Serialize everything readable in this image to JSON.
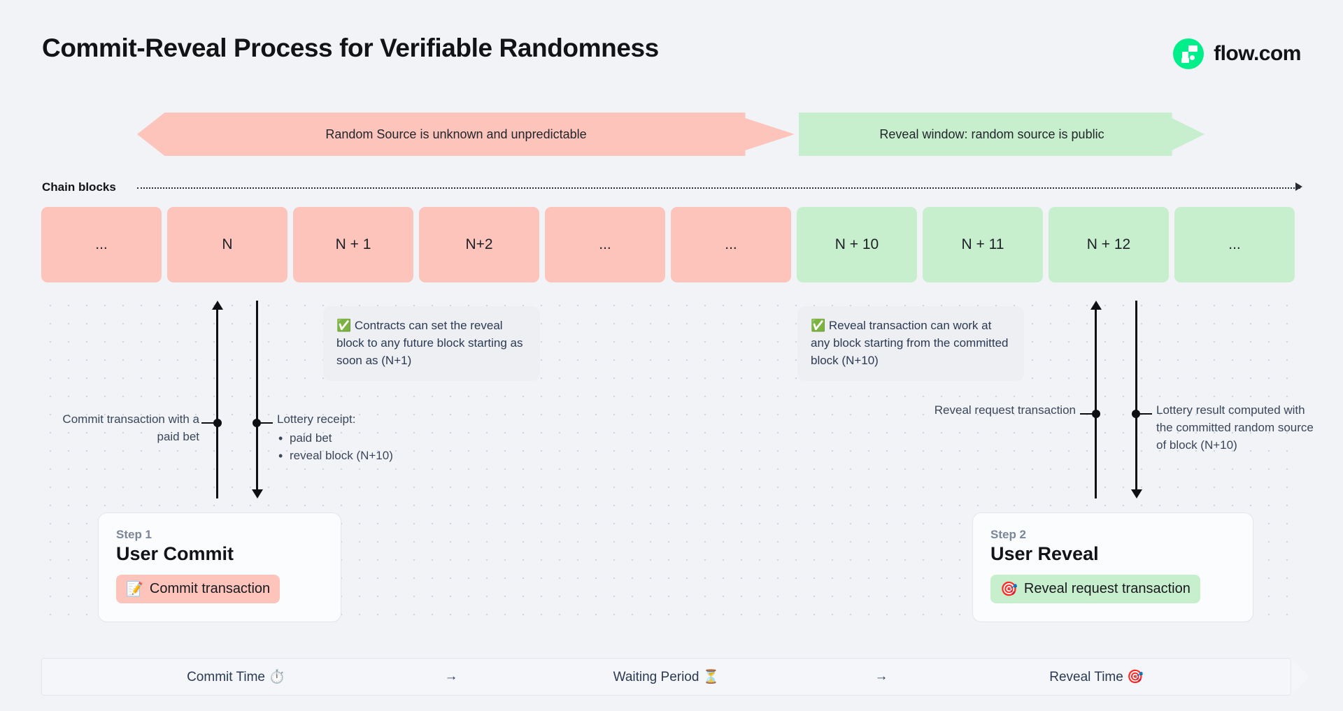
{
  "header": {
    "title": "Commit-Reveal Process for Verifiable Randomness",
    "brand_name": "flow.com",
    "brand_color": "#00ef8b"
  },
  "phases": [
    {
      "label": "Random Source is unknown and unpredictable",
      "color": "#fcc4bb"
    },
    {
      "label": "Reveal window: random source is public",
      "color": "#c8efcd"
    }
  ],
  "chain": {
    "axis_label": "Chain blocks",
    "blocks": [
      {
        "label": "...",
        "state": "pink"
      },
      {
        "label": "N",
        "state": "pink"
      },
      {
        "label": "N + 1",
        "state": "pink"
      },
      {
        "label": "N+2",
        "state": "pink"
      },
      {
        "label": "...",
        "state": "pink"
      },
      {
        "label": "...",
        "state": "pink"
      },
      {
        "label": "N + 10",
        "state": "green"
      },
      {
        "label": "N + 11",
        "state": "green"
      },
      {
        "label": "N + 12",
        "state": "green"
      },
      {
        "label": "...",
        "state": "green"
      }
    ]
  },
  "callouts": {
    "commit_note": "✅ Contracts can set the reveal block to any future block starting as soon as (N+1)",
    "reveal_note": "✅ Reveal transaction can work at any block starting from the committed block (N+10)"
  },
  "labels": {
    "commit_tx": "Commit transaction with a paid bet",
    "receipt_title": "Lottery receipt:",
    "receipt_items": [
      "paid bet",
      "reveal block (N+10)"
    ],
    "reveal_request": "Reveal request transaction",
    "lottery_result": "Lottery result computed with the committed random source of block (N+10)"
  },
  "steps": [
    {
      "eyebrow": "Step 1",
      "title": "User Commit",
      "pill_icon": "memo-icon",
      "pill_glyph": "📝",
      "pill_label": "Commit transaction",
      "color": "#fcc4bb"
    },
    {
      "eyebrow": "Step 2",
      "title": "User Reveal",
      "pill_icon": "target-icon",
      "pill_glyph": "🎯",
      "pill_label": "Reveal request transaction",
      "color": "#c8efcd"
    }
  ],
  "timeline": {
    "commit": "Commit Time ⏱️",
    "arrow1": "→",
    "waiting": "Waiting Period ⏳",
    "arrow2": "→",
    "reveal": "Reveal Time 🎯"
  }
}
